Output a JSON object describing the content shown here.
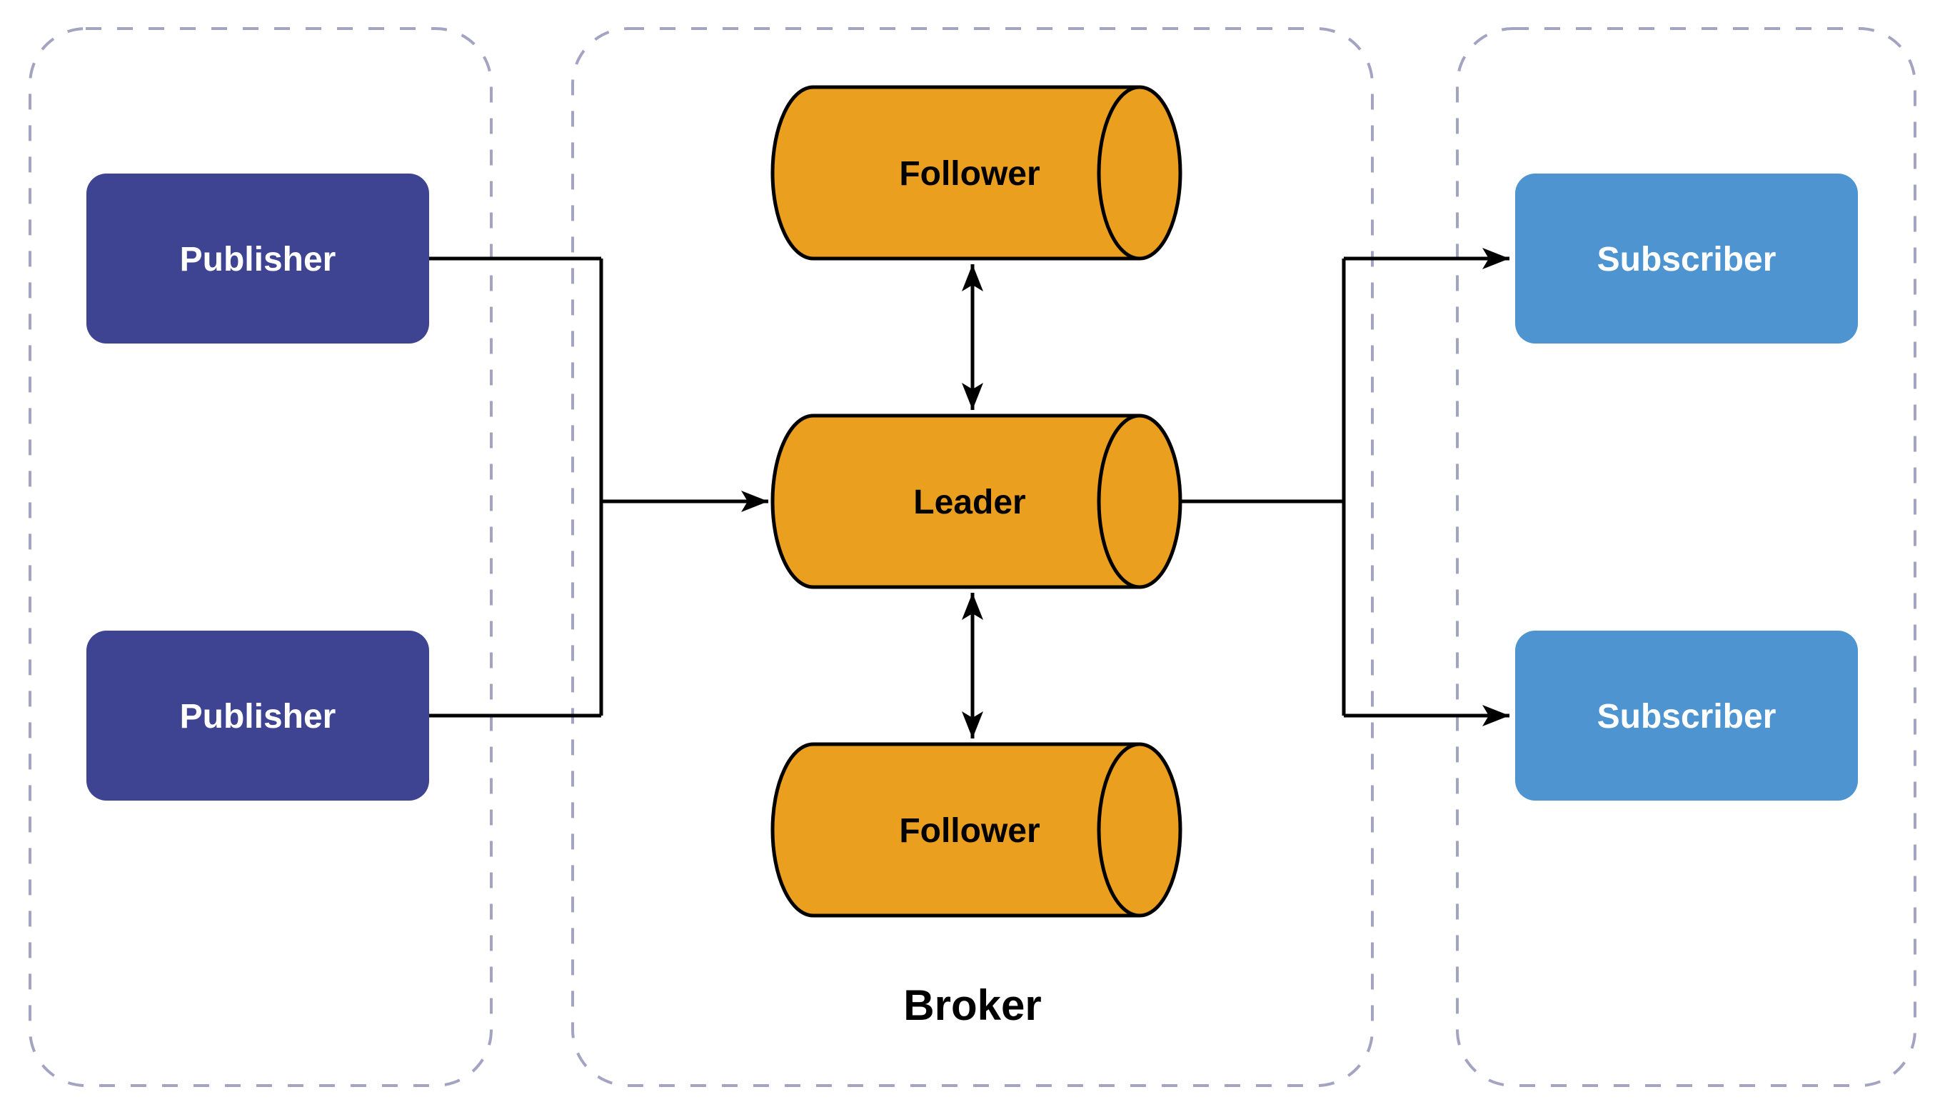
{
  "diagram": {
    "lanes": {
      "broker": {
        "label": "Broker"
      }
    },
    "nodes": {
      "publisher_top": {
        "label": "Publisher"
      },
      "publisher_bottom": {
        "label": "Publisher"
      },
      "follower_top": {
        "label": "Follower"
      },
      "leader": {
        "label": "Leader"
      },
      "follower_bottom": {
        "label": "Follower"
      },
      "subscriber_top": {
        "label": "Subscriber"
      },
      "subscriber_bottom": {
        "label": "Subscriber"
      }
    },
    "colors": {
      "publisher_fill": "#3E4491",
      "subscriber_fill": "#4D94D0",
      "cylinder_fill": "#EA9F1E",
      "cylinder_stroke": "#000000",
      "lane_border": "#A3A3C2",
      "connector": "#000000",
      "node_text_on_dark": "#FFFFFF",
      "node_text_on_orange": "#000000",
      "background": "#FFFFFF"
    }
  }
}
